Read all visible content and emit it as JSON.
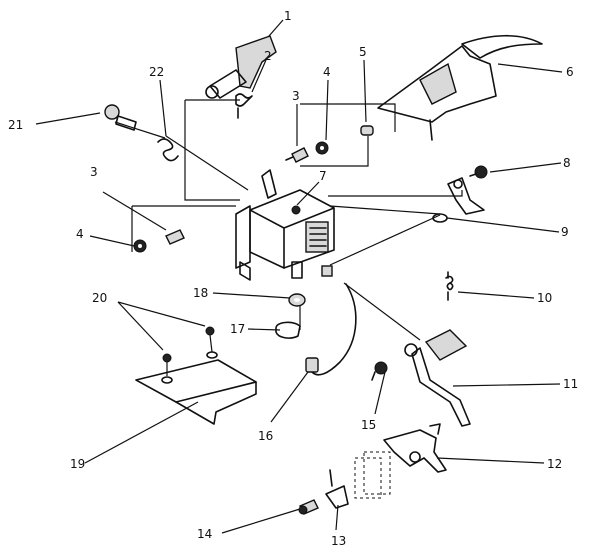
{
  "callouts": {
    "c1": "1",
    "c2": "2",
    "c3a": "3",
    "c3b": "3",
    "c4a": "4",
    "c4b": "4",
    "c5": "5",
    "c6": "6",
    "c7": "7",
    "c8": "8",
    "c9": "9",
    "c10": "10",
    "c11": "11",
    "c12": "12",
    "c13": "13",
    "c14": "14",
    "c15": "15",
    "c16": "16",
    "c17": "17",
    "c18": "18",
    "c19": "19",
    "c20": "20",
    "c21": "21",
    "c22": "22"
  }
}
